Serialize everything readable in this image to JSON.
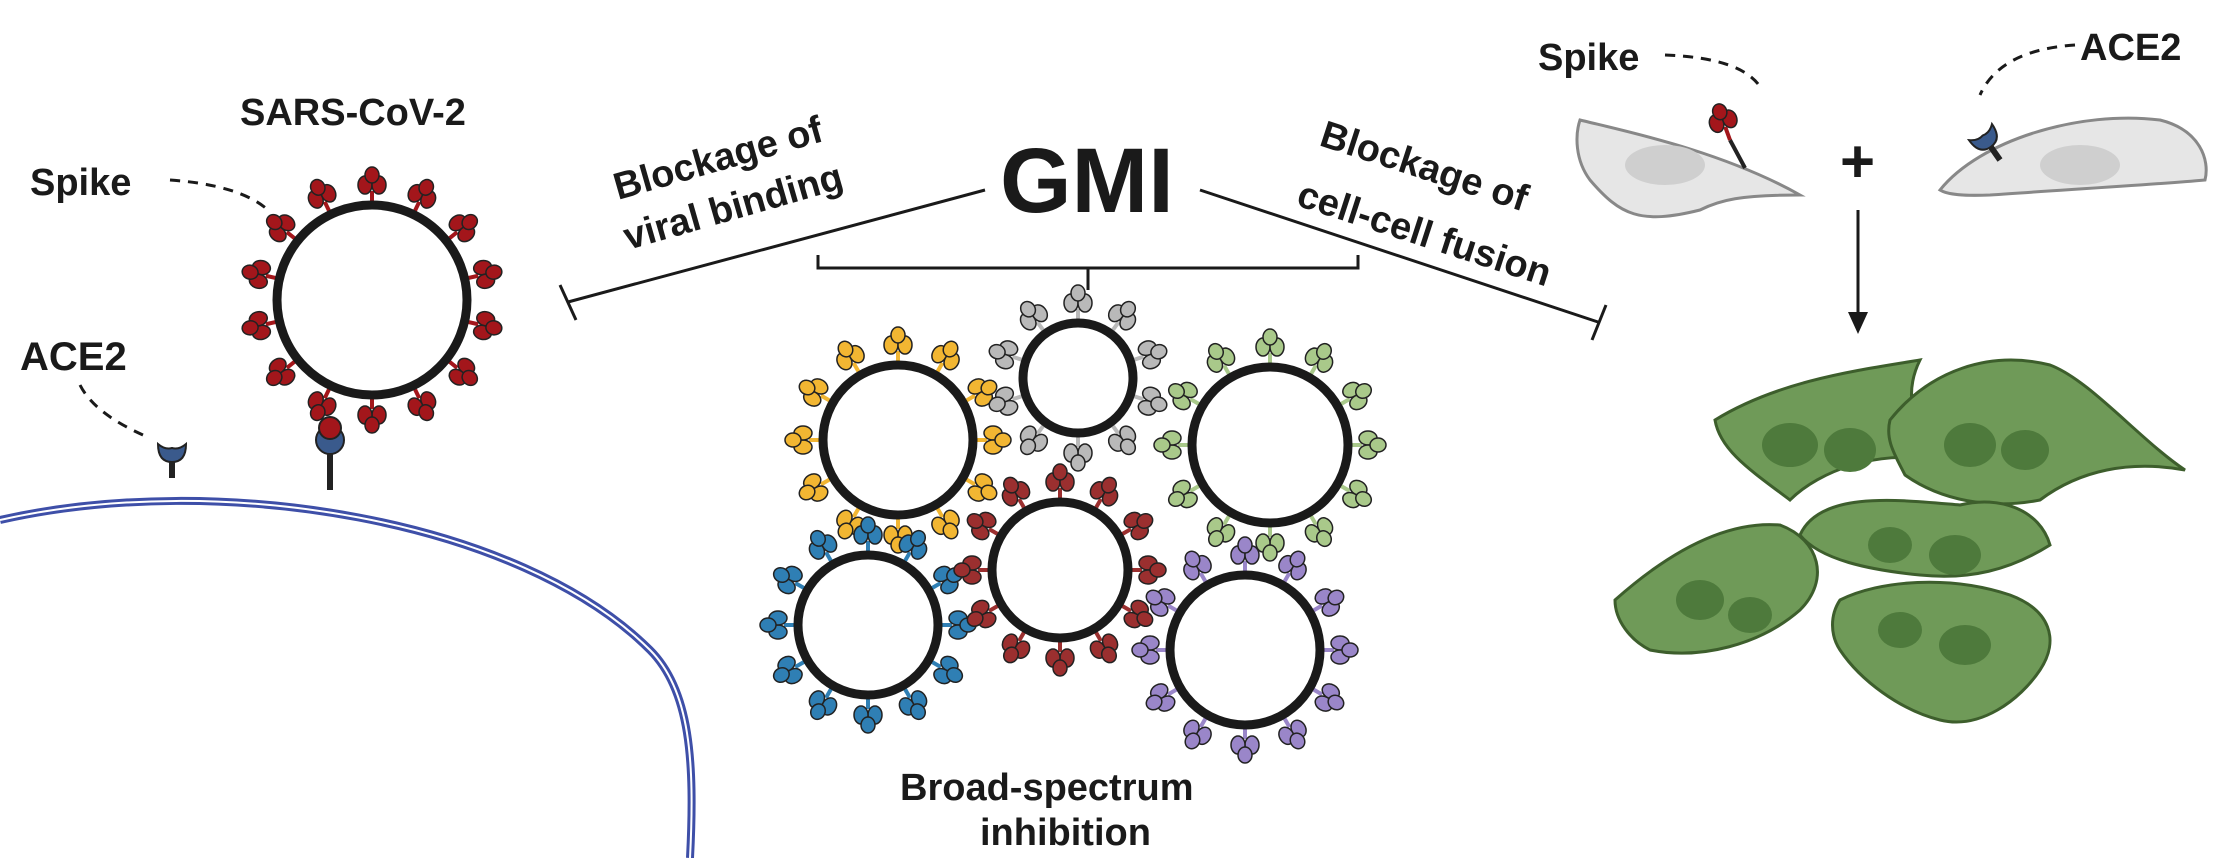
{
  "labels": {
    "sars_cov_2": "SARS-CoV-2",
    "spike_left": "Spike",
    "ace2_left": "ACE2",
    "gmi": "GMI",
    "blockage_viral_line1": "Blockage of",
    "blockage_viral_line2": "viral binding",
    "blockage_fusion_line1": "Blockage of",
    "blockage_fusion_line2": "cell-cell fusion",
    "spike_right": "Spike",
    "ace2_right": "ACE2",
    "plus": "+",
    "broad_line1": "Broad-spectrum",
    "broad_line2": "inhibition"
  },
  "colors": {
    "spike_red": "#a3161b",
    "ace2_blue": "#3a5a8c",
    "membrane_blue": "#3e4fa8",
    "fused_cell_green": "#6f9a58",
    "cell_grey": "#e6e6e6",
    "variant_colors": [
      "#f2b632",
      "#b9b9b9",
      "#a9c98a",
      "#2f7fb4",
      "#9b2f2f",
      "#9a86c9"
    ]
  }
}
